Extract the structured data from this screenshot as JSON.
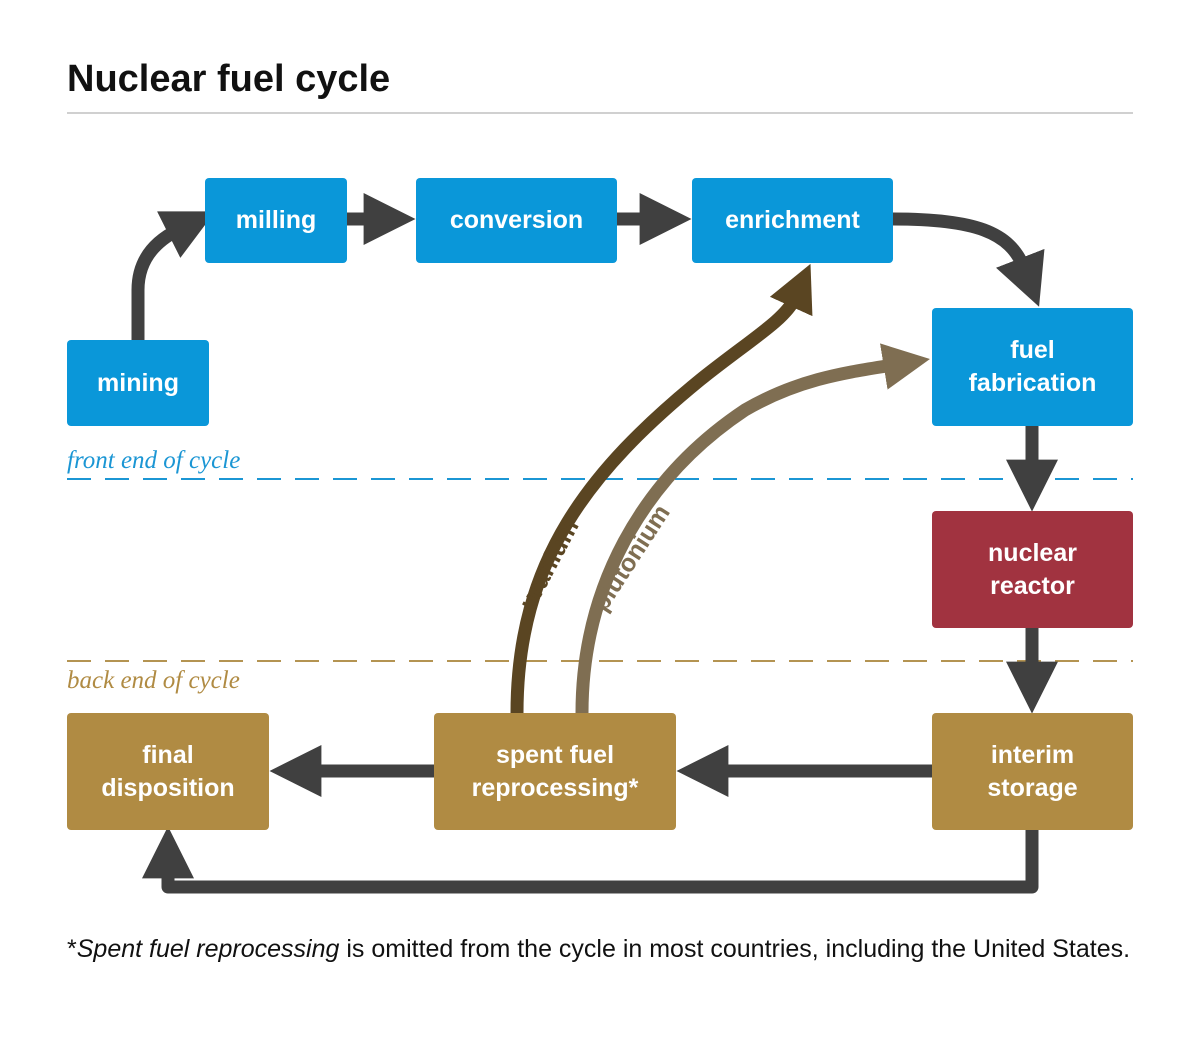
{
  "title": "Nuclear fuel cycle",
  "colors": {
    "front": "#0a97d9",
    "reactor": "#a13340",
    "back": "#b08b43",
    "arrow": "#404040",
    "uranium": "#5a4522",
    "plutonium": "#7f6e52",
    "front_line": "#1b96d4",
    "back_line": "#b49452"
  },
  "zones": {
    "front": "front end of cycle",
    "back": "back end of cycle"
  },
  "nodes": {
    "mining": "mining",
    "milling": "milling",
    "conversion": "conversion",
    "enrichment": "enrichment",
    "fuel_fabrication": "fuel\nfabrication",
    "nuclear_reactor": "nuclear\nreactor",
    "interim_storage": "interim\nstorage",
    "spent_fuel_reprocessing": "spent fuel\nreprocessing*",
    "final_disposition": "final\ndisposition"
  },
  "flows": {
    "uranium": "uranium",
    "plutonium": "plutonium"
  },
  "footnote": {
    "marker": "*",
    "term": "Spent fuel reprocessing",
    "rest": " is omitted from the cycle in most countries, including the United States."
  }
}
